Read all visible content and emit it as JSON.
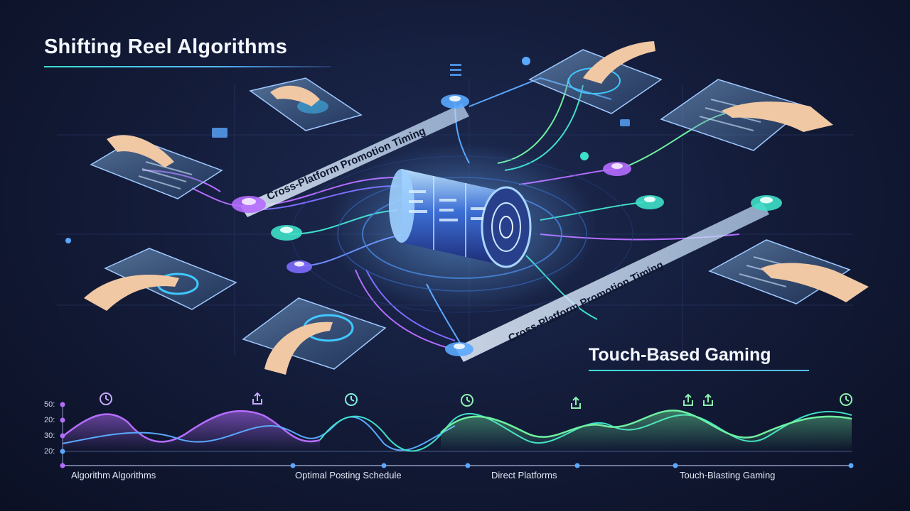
{
  "header": {
    "title": "Shifting Reel Algorithms",
    "subtitle": "Touch-Based Gaming"
  },
  "ribbons": {
    "upper": "Cross-Platform Promotion Timing",
    "lower": "Cross-Platform Promotion Timing"
  },
  "timeline": {
    "y_ticks": [
      "50:",
      "20:",
      "30:",
      "20:"
    ],
    "labels": [
      "Algorithm Algorithms",
      "Optimal Posting Schedule",
      "Direct Platforms",
      "Touch-Blasting Gaming"
    ],
    "icons": [
      "clock-icon",
      "share-icon",
      "clock-icon",
      "clock-icon",
      "share-icon",
      "share-icon",
      "share-icon",
      "clock-icon"
    ]
  },
  "colors": {
    "purple": "#b56cff",
    "teal": "#3ee0c8",
    "blue": "#5aa8ff",
    "green": "#6ff0a0"
  }
}
